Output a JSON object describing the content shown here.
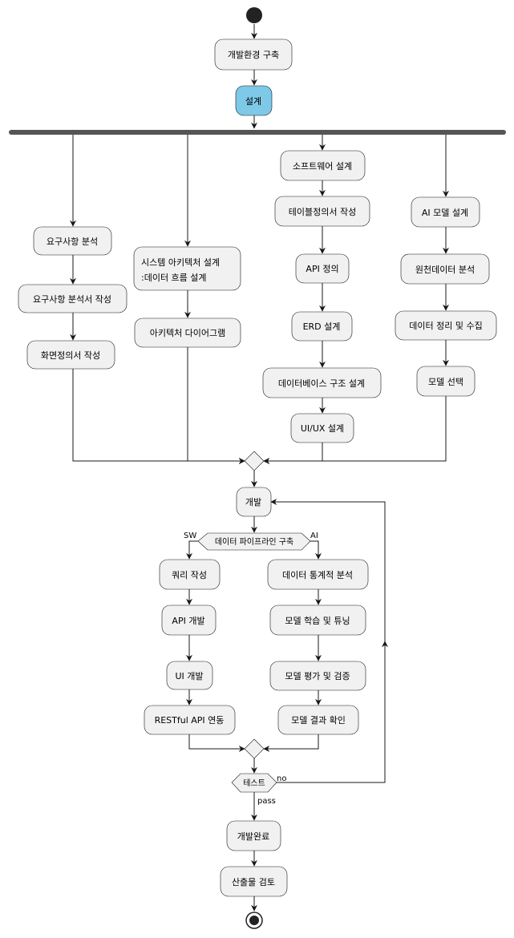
{
  "nodes": {
    "setup": "개발환경 구축",
    "design": "설계",
    "req": "요구사항 분석",
    "req_doc": "요구사항 분석서 작성",
    "screen_doc": "화면정의서 작성",
    "arch_line1": "시스템 아키텍처 설계",
    "arch_line2": ":데이터 흐름 설계",
    "arch_diagram": "아키텍처 다이어그램",
    "sw_design": "소프트웨어 설계",
    "table_doc": "테이블정의서 작성",
    "api_def": "API 정의",
    "erd": "ERD 설계",
    "db_design": "데이터베이스 구조 설계",
    "uiux": "UI/UX 설계",
    "ai_design": "AI 모델 설계",
    "raw_data": "원천데이터 분석",
    "data_clean": "데이터 정리 및 수집",
    "model_select": "모델 선택",
    "dev": "개발",
    "pipeline": "데이터 파이프라인 구축",
    "query": "쿼리 작성",
    "api_dev": "API 개발",
    "ui_dev": "UI 개발",
    "restful": "RESTful API 연동",
    "stats": "데이터 통계적 분석",
    "train": "모델 학습 및 튜닝",
    "evaluate": "모델 평가 및 검증",
    "result": "모델 결과 확인",
    "test": "테스트",
    "done": "개발완료",
    "review": "산출물 검토"
  },
  "labels": {
    "sw": "SW",
    "ai": "AI",
    "no": "no",
    "pass": "pass"
  },
  "colors": {
    "node_fill": "#f1f1f1",
    "highlight_fill": "#7ec8e8",
    "line": "#181818",
    "fork_bar": "#555555"
  }
}
